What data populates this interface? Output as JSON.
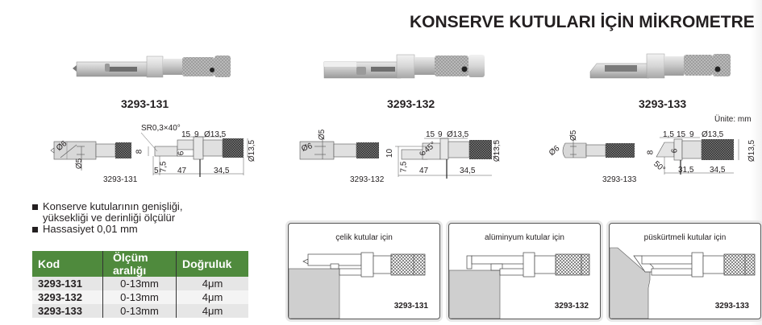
{
  "title": "KONSERVE KUTULARI İÇİN MİKROMETRE",
  "unit_label": "Ünite: mm",
  "products": [
    {
      "code": "3293-131",
      "icon": "micrometer-photo-131"
    },
    {
      "code": "3293-132",
      "icon": "micrometer-photo-132"
    },
    {
      "code": "3293-133",
      "icon": "micrometer-photo-133"
    }
  ],
  "drawings": [
    {
      "code": "3293-131",
      "end_view": {
        "d6": "Ø6",
        "d5": "Ø5"
      },
      "side_view": {
        "sr": "SR0,3×40°",
        "top": [
          "15",
          "9",
          "Ø13,5"
        ],
        "left": [
          "8",
          "7,5",
          "6"
        ],
        "bottom": [
          "5",
          "47",
          "34,5"
        ],
        "right": "Ø13,5"
      }
    },
    {
      "code": "3293-132",
      "end_view": {
        "d6": "Ø6",
        "d5": "Ø5"
      },
      "side_view": {
        "top": [
          "15",
          "9",
          "Ø13,5"
        ],
        "left": [
          "10",
          "7,5",
          "6"
        ],
        "bottom": [
          "47",
          "34,5"
        ],
        "right": "Ø13,5",
        "angle": "45°"
      }
    },
    {
      "code": "3293-133",
      "end_view": {
        "d6": "Ø6",
        "d5": "Ø5"
      },
      "side_view": {
        "top": [
          "1,5",
          "15",
          "9",
          "Ø13,5"
        ],
        "left": [
          "8",
          "6"
        ],
        "angle": "50°",
        "bottom": [
          "31,5",
          "34,5"
        ],
        "right": "Ø13,5"
      }
    }
  ],
  "features": [
    "Konserve kutularının genişliği,",
    "yüksekliği ve derinliği ölçülür",
    "Hassasiyet 0,01 mm"
  ],
  "table": {
    "headers": [
      "Kod",
      "Ölçüm aralığı",
      "Doğruluk"
    ],
    "rows": [
      [
        "3293-131",
        "0-13mm",
        "4μm"
      ],
      [
        "3293-132",
        "0-13mm",
        "4μm"
      ],
      [
        "3293-133",
        "0-13mm",
        "4μm"
      ]
    ],
    "header_color": "#4f8a3d"
  },
  "usage_panels": [
    {
      "caption": "çelik kutular için",
      "code": "3293-131"
    },
    {
      "caption": "alüminyum kutular için",
      "code": "3293-132"
    },
    {
      "caption": "püskürtmeli kutular için",
      "code": "3293-133"
    }
  ]
}
